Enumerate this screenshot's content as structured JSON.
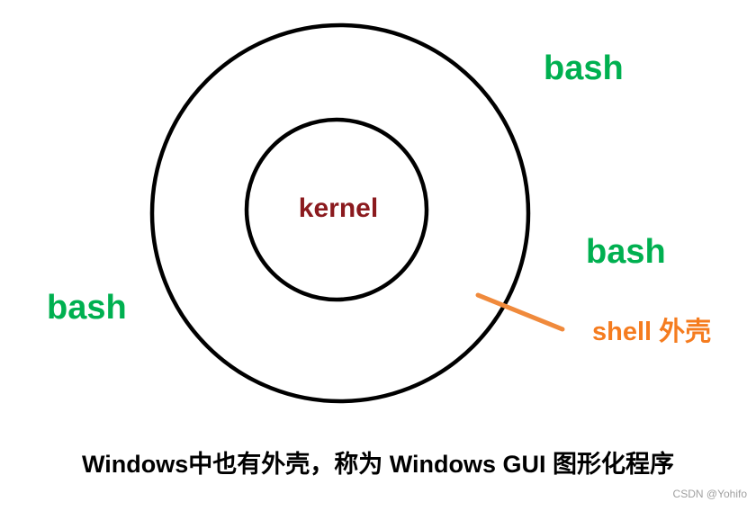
{
  "colors": {
    "circle_outline": "#000000",
    "kernel_text": "#8b1a1e",
    "bash_text": "#00b050",
    "shell_text": "#f57c1f",
    "pointer_line": "#f08a3c",
    "caption_text": "#000000",
    "watermark_text": "#a0a0a0"
  },
  "diagram": {
    "kernel_label": "kernel",
    "bash_labels": [
      {
        "position": "top-right",
        "text": "bash"
      },
      {
        "position": "middle-right",
        "text": "bash"
      },
      {
        "position": "left",
        "text": "bash"
      }
    ],
    "shell_annotation": "shell 外壳"
  },
  "caption": "Windows中也有外壳，称为 Windows GUI 图形化程序",
  "watermark": "CSDN @Yohifo"
}
